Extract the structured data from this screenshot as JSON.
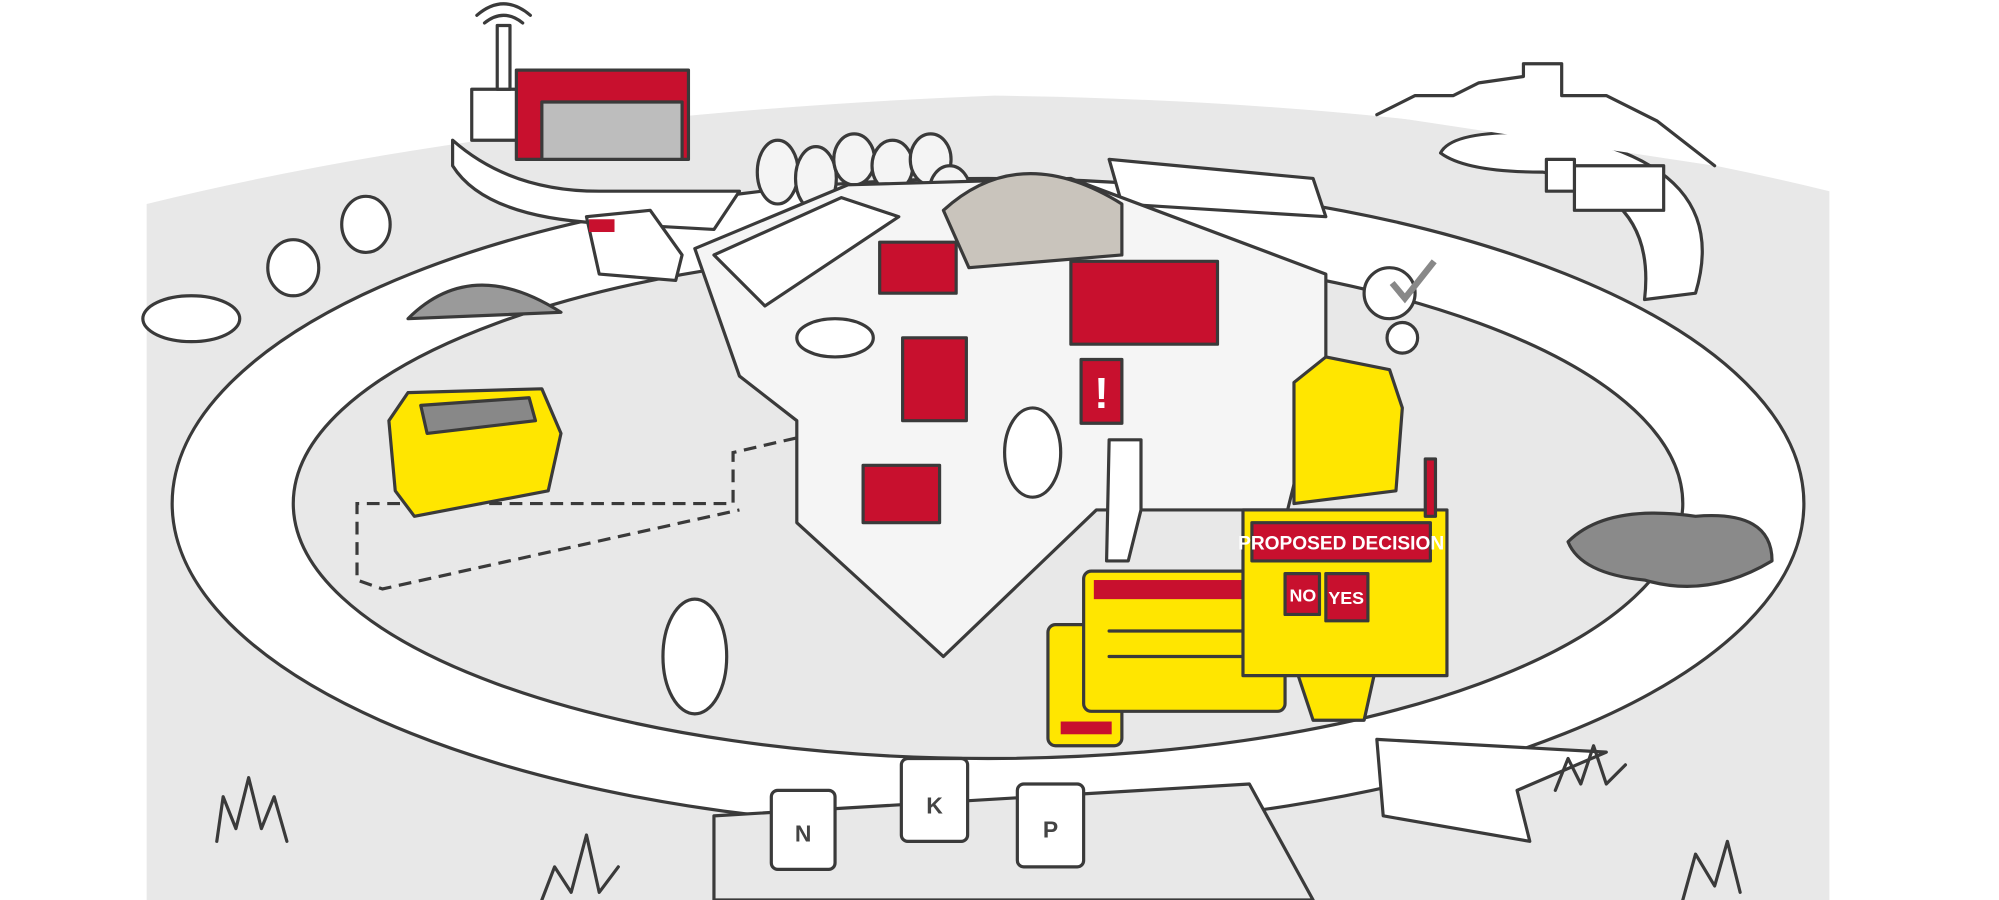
{
  "illustration": {
    "decision_panel": {
      "title": "PROPOSED DECISION",
      "no_label": "NO",
      "yes_label": "YES"
    },
    "nutrient_cans": [
      {
        "label": "N"
      },
      {
        "label": "K"
      },
      {
        "label": "P"
      }
    ],
    "alert_symbol": "!",
    "colors": {
      "ground": "#e8e8e8",
      "ring": "#ffffff",
      "outline": "#3a3a3a",
      "brand_red": "#c8102e",
      "device_yellow": "#ffe600",
      "concrete": "#cfcfcf"
    }
  }
}
